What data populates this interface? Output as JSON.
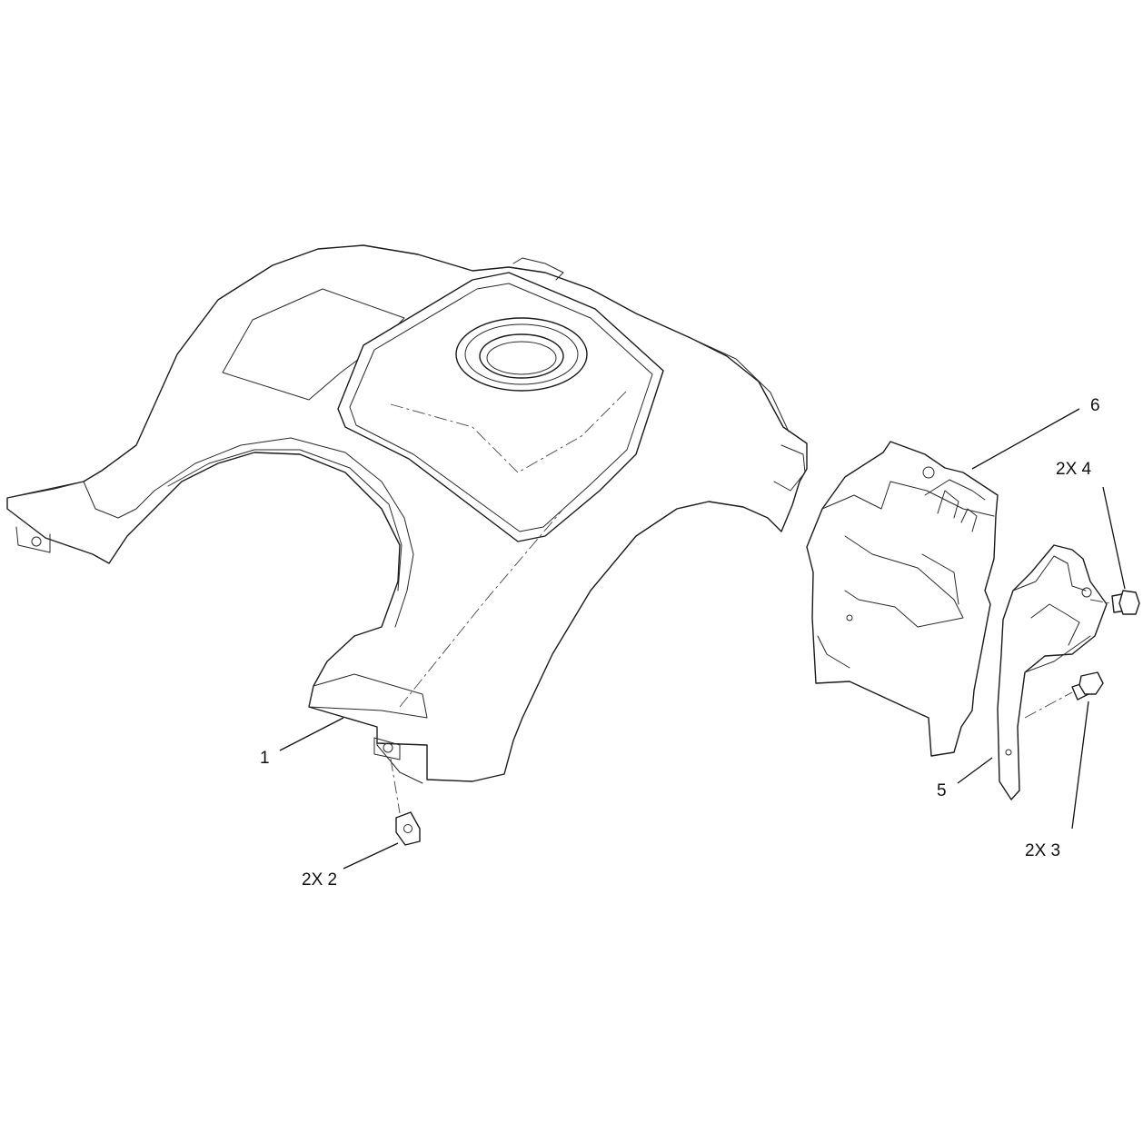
{
  "callouts": {
    "c1": "1",
    "c2": "2X  2",
    "c3": "2X  3",
    "c4": "2X  4",
    "c5": "5",
    "c6": "6"
  },
  "colors": {
    "line": "#1a1a1a",
    "background": "#ffffff"
  }
}
